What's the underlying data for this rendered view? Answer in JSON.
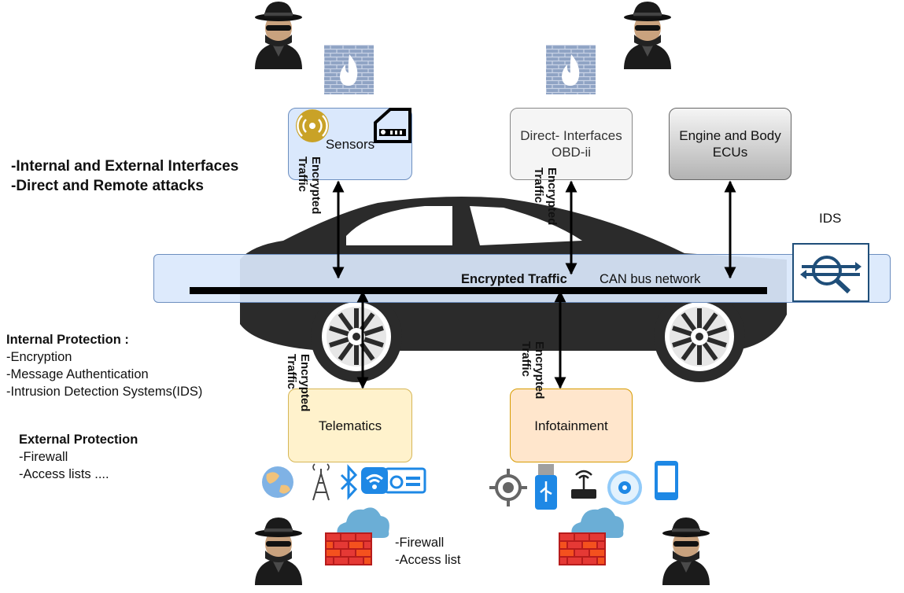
{
  "headline": {
    "line1": "-Internal and External Interfaces",
    "line2": "-Direct and Remote attacks"
  },
  "boxes": {
    "sensors": "Sensors",
    "direct_line1": "Direct- Interfaces",
    "direct_line2": "OBD-ii",
    "engine_line1": "Engine and Body",
    "engine_line2": "ECUs",
    "telematics": "Telematics",
    "infotainment": "Infotainment"
  },
  "bus": {
    "traffic_label": "Encrypted Traffic",
    "network_label": "CAN bus network",
    "ids_label": "IDS"
  },
  "arrow_labels": {
    "line1": "Encrypted",
    "line2": "Traffic"
  },
  "internal_protection": {
    "title": "Internal Protection :",
    "items": [
      "-Encryption",
      "-Message Authentication",
      "-Intrusion Detection Systems(IDS)"
    ]
  },
  "external_protection": {
    "title": "External Protection",
    "items": [
      "-Firewall",
      "-Access lists ...."
    ]
  },
  "remote_note": {
    "line1": "-Firewall",
    "line2": "-Access list"
  },
  "colors": {
    "sensors_fill": "#dae8fc",
    "telematics_fill": "#fff2cc",
    "infotainment_fill": "#ffe6cc",
    "car_body": "#2b2b2b",
    "ids_blue": "#1f4e79",
    "device_blue": "#1e88e5"
  },
  "icons": [
    "hacker-icon",
    "firewall-fire-icon",
    "firewall-cloud-icon",
    "radar-sensor-icon",
    "key-card-icon",
    "ids-icon",
    "globe-icon",
    "cell-tower-icon",
    "bluetooth-icon",
    "wifi-icon",
    "radio-icon",
    "gps-icon",
    "usb-icon",
    "router-icon",
    "cd-icon",
    "smartphone-icon"
  ]
}
